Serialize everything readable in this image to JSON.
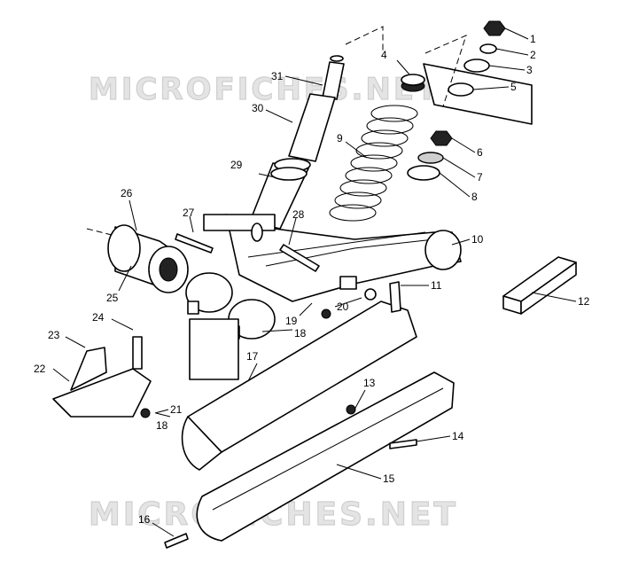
{
  "watermark": {
    "top_text": "MICROFICHES.NET",
    "bottom_text": "MICROFICHES.NET"
  },
  "callouts": [
    {
      "id": "c1",
      "text": "1"
    },
    {
      "id": "c2",
      "text": "2"
    },
    {
      "id": "c3",
      "text": "3"
    },
    {
      "id": "c4",
      "text": "4"
    },
    {
      "id": "c5",
      "text": "5"
    },
    {
      "id": "c6",
      "text": "6"
    },
    {
      "id": "c7",
      "text": "7"
    },
    {
      "id": "c8",
      "text": "8"
    },
    {
      "id": "c9",
      "text": "9"
    },
    {
      "id": "c10",
      "text": "10"
    },
    {
      "id": "c11",
      "text": "11"
    },
    {
      "id": "c12",
      "text": "12"
    },
    {
      "id": "c13",
      "text": "13"
    },
    {
      "id": "c14",
      "text": "14"
    },
    {
      "id": "c15",
      "text": "15"
    },
    {
      "id": "c16",
      "text": "16"
    },
    {
      "id": "c17",
      "text": "17"
    },
    {
      "id": "c18a",
      "text": "18"
    },
    {
      "id": "c18b",
      "text": "18"
    },
    {
      "id": "c19",
      "text": "19"
    },
    {
      "id": "c20",
      "text": "20"
    },
    {
      "id": "c21",
      "text": "21"
    },
    {
      "id": "c22",
      "text": "22"
    },
    {
      "id": "c23",
      "text": "23"
    },
    {
      "id": "c24",
      "text": "24"
    },
    {
      "id": "c25",
      "text": "25"
    },
    {
      "id": "c26",
      "text": "26"
    },
    {
      "id": "c27",
      "text": "27"
    },
    {
      "id": "c28",
      "text": "28"
    },
    {
      "id": "c29",
      "text": "29"
    },
    {
      "id": "c30",
      "text": "30"
    },
    {
      "id": "c31",
      "text": "31"
    }
  ]
}
